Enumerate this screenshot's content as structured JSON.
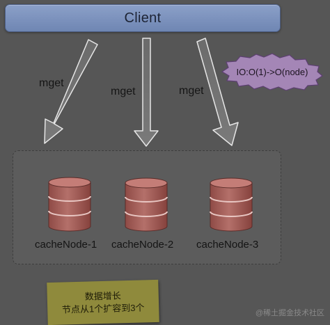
{
  "client": {
    "label": "Client"
  },
  "requests": [
    {
      "label": "mget"
    },
    {
      "label": "mget"
    },
    {
      "label": "mget"
    }
  ],
  "nodes": [
    {
      "label": "cacheNode-1"
    },
    {
      "label": "cacheNode-2"
    },
    {
      "label": "cacheNode-3"
    }
  ],
  "complexity_badge": {
    "text": "IO:O(1)->O(node)"
  },
  "note": {
    "line1": "数据增长",
    "line2": "节点从1个扩容到3个"
  },
  "watermark": {
    "text": "@稀土掘金技术社区"
  },
  "colors": {
    "background": "#565656",
    "client_fill": "#7b91bd",
    "badge_fill": "#a486b6",
    "cylinder_fill": "#b0655f",
    "note_fill": "#8f8a3c"
  }
}
